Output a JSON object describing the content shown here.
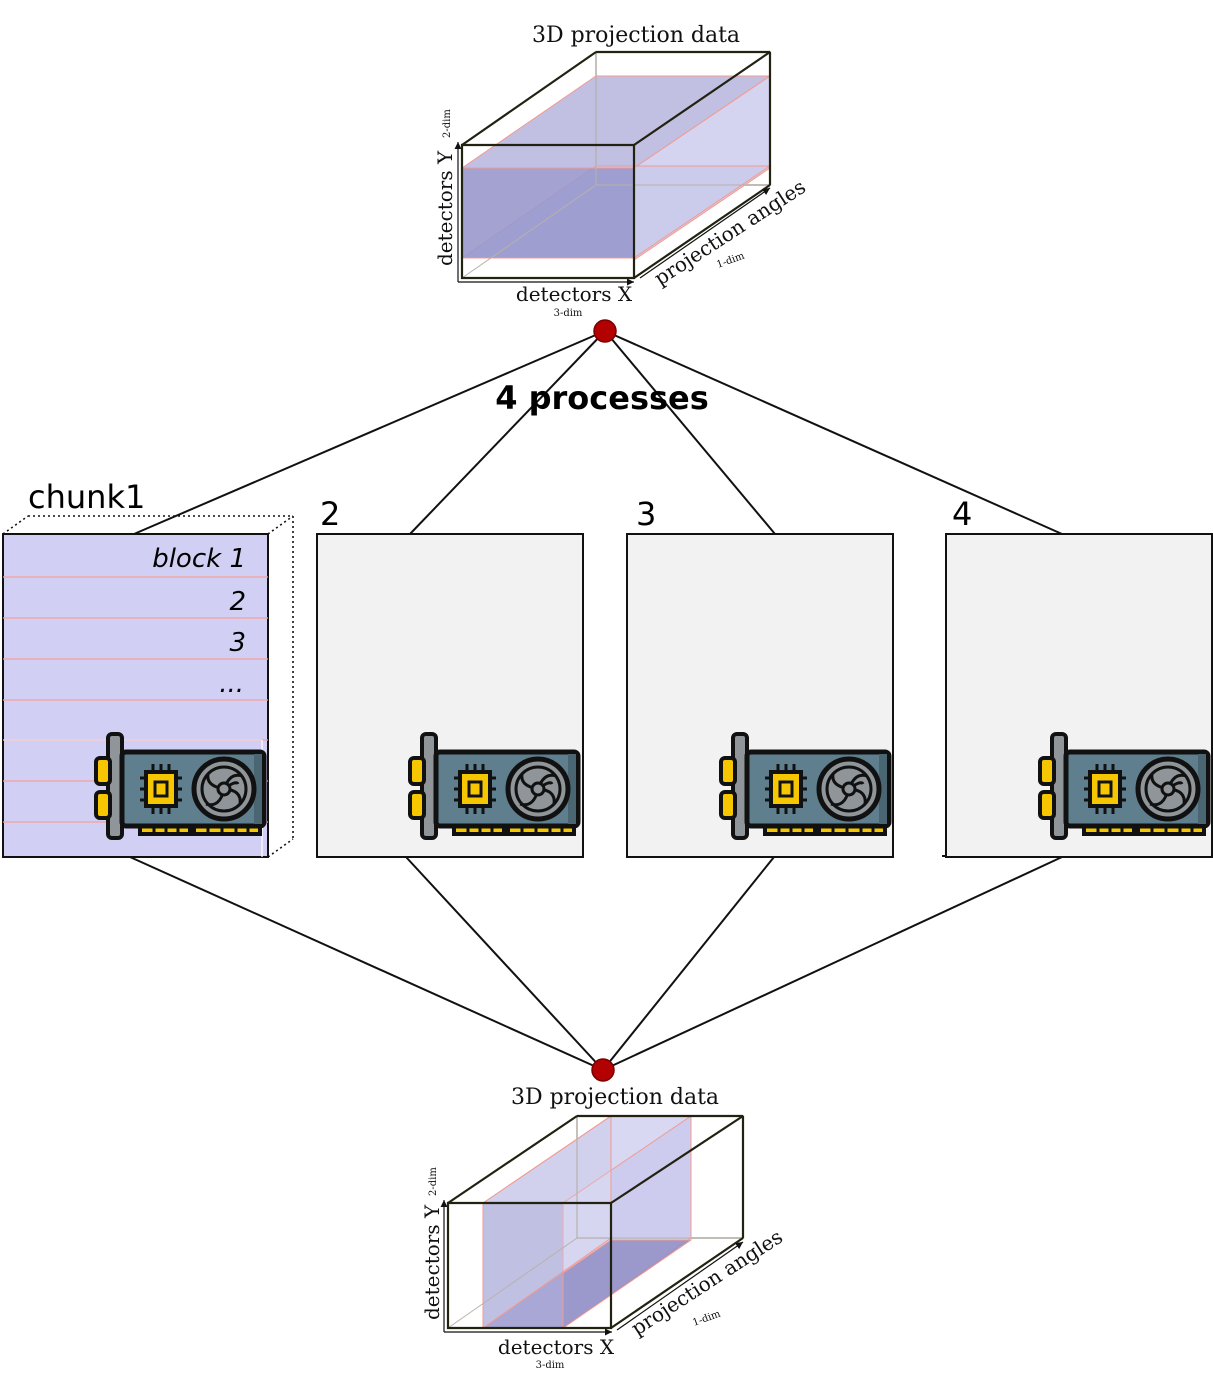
{
  "top_cube": {
    "title": "3D  projection  data",
    "axis_y": "detectors  Y",
    "axis_y_sub": "2-dim",
    "axis_x": "detectors  X",
    "axis_x_sub": "3-dim",
    "axis_z": "projection  angles",
    "axis_z_sub": "1-dim"
  },
  "bottom_cube": {
    "title": "3D  projection  data",
    "axis_y": "detectors  Y",
    "axis_y_sub": "2-dim",
    "axis_x": "detectors  X",
    "axis_x_sub": "3-dim",
    "axis_z": "projection  angles",
    "axis_z_sub": "1-dim"
  },
  "processes_label": "4 processes",
  "chunks": [
    {
      "label": "chunk1",
      "blocks": [
        "block 1",
        "2",
        "3",
        "..."
      ]
    },
    {
      "label": "2"
    },
    {
      "label": "3"
    },
    {
      "label": "4"
    }
  ],
  "icons": [
    "gpu-card-icon"
  ],
  "colors": {
    "chunk_fill": "#d2cff4",
    "slab_fill": "#9a98d0",
    "process_box_fill": "#f2f2f2",
    "node_fill": "#b30000",
    "gpu_board": "#5f7f8e",
    "gpu_gold": "#f6c700",
    "block_line": "#f4a09a"
  }
}
